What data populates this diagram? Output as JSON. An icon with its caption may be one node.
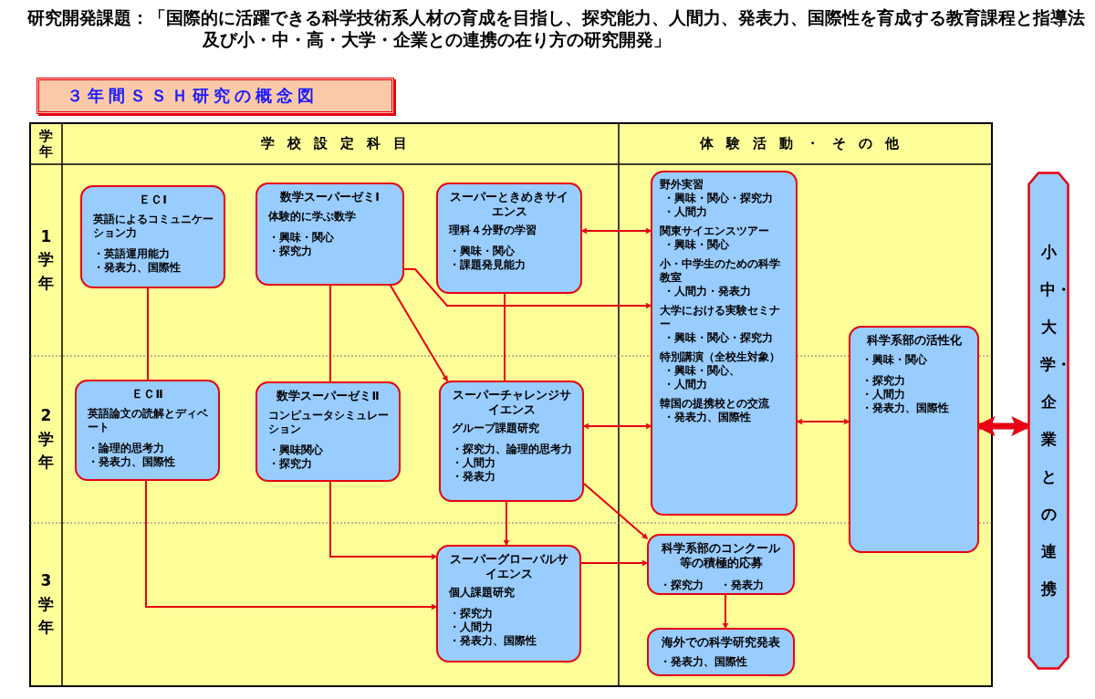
{
  "diagram": {
    "title": "研究開発課題：「国際的に活躍できる科学技術系人材の育成を目指し、探究能力、人間力、発表力、国際性を育成する教育課程と指導法及び小・中・高・大学・企業との連携の在り方の研究開発」",
    "nodes": [
      {
        "text": [
          "３年間ＳＳＨ研究の概念図"
        ]
      },
      {
        "text": [
          "ＥＣⅠ",
          "英語によるコミュニケーション力",
          "・英語運用能力",
          "・発表力、国際性"
        ]
      },
      {
        "text": [
          "数学スーパーゼミⅠ",
          "体験的に学ぶ数学",
          "・興味・関心",
          "・探究力"
        ]
      },
      {
        "text": [
          "スーパーときめきサイエンス",
          "理科４分野の学習",
          "・興味・関心",
          "・課題発見能力"
        ]
      },
      {
        "text": [
          "野外実習",
          "・興味・関心・探究力",
          "・人間力",
          "関東サイエンスツアー",
          "・興味・関心",
          "小・中学生のための科学教室",
          "・人間力・発表力",
          "大学における実験セミナー",
          "・興味・関心・探究力",
          "特別講演（全校生対象）",
          "・興味・関心、",
          "・人間力",
          "韓国の提携校との交流",
          "・発表力、国際性"
        ]
      },
      {
        "text": [
          "ＥＣⅡ",
          "英語論文の読解とディベート",
          "・論理的思考力",
          "・発表力、国際性"
        ]
      },
      {
        "text": [
          "数学スーパーゼミⅡ",
          "コンピュータシミュレーション",
          "・興味関心",
          "・探究力"
        ]
      },
      {
        "text": [
          "スーパーチャレンジサイエンス",
          "グループ課題研究",
          "・探究力、論理的思考力",
          "・人間力",
          "・発表力"
        ]
      },
      {
        "text": [
          "科学系部の活性化",
          "・興味・関心",
          "・探究力",
          "・人間力",
          "・発表力、国際性"
        ]
      },
      {
        "text": [
          "スーパーグローバルサイエンス",
          "個人課題研究",
          "・探究力",
          "・人間力",
          "・発表力、国際性"
        ]
      },
      {
        "text": [
          "科学系部のコンクール等の積極的応募",
          "・探究力",
          "・発表力"
        ]
      },
      {
        "text": [
          "海外での科学研究発表",
          "・発表力、国際性"
        ]
      },
      {
        "text": [
          "小中・大学・企業との連携"
        ]
      }
    ],
    "edges": [
      {
        "from": 1,
        "to": 5,
        "arrow": "none"
      },
      {
        "from": 2,
        "to": 6,
        "arrow": "none"
      },
      {
        "from": 2,
        "to": 7,
        "arrow": "to"
      },
      {
        "from": 2,
        "to": 4,
        "arrow": "to"
      },
      {
        "from": 3,
        "to": 4,
        "arrow": "both"
      },
      {
        "from": 3,
        "to": 7,
        "arrow": "none"
      },
      {
        "from": 5,
        "to": 9,
        "arrow": "to"
      },
      {
        "from": 6,
        "to": 9,
        "arrow": "to"
      },
      {
        "from": 7,
        "to": 4,
        "arrow": "both"
      },
      {
        "from": 7,
        "to": 9,
        "arrow": "to"
      },
      {
        "from": 7,
        "to": 10,
        "arrow": "to"
      },
      {
        "from": 4,
        "to": 8,
        "arrow": "both"
      },
      {
        "from": 9,
        "to": 10,
        "arrow": "to"
      },
      {
        "from": 10,
        "to": 11,
        "arrow": "to"
      },
      {
        "from": 8,
        "to": 12,
        "arrow": "both",
        "style": "thick"
      }
    ],
    "labels": [
      "学年",
      "学校設定科目",
      "体験活動・その他",
      "1学年",
      "2学年",
      "3学年"
    ]
  }
}
